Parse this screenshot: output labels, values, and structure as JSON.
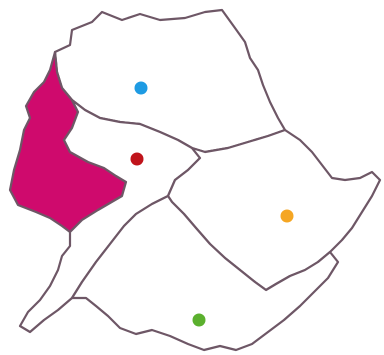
{
  "map": {
    "border_color": "#6e5766",
    "regions": [
      {
        "id": "north",
        "fill": "#ffffff",
        "marker_color": "#1e9be3",
        "marker_icon": "blue-dot"
      },
      {
        "id": "west",
        "fill": "#cf0a6d",
        "marker_color": "",
        "marker_icon": ""
      },
      {
        "id": "center",
        "fill": "#ffffff",
        "marker_color": "#c0141b",
        "marker_icon": "red-dot"
      },
      {
        "id": "east",
        "fill": "#ffffff",
        "marker_color": "#f5a623",
        "marker_icon": "orange-dot"
      },
      {
        "id": "south",
        "fill": "#ffffff",
        "marker_color": "#5bb02e",
        "marker_icon": "green-dot"
      }
    ]
  }
}
